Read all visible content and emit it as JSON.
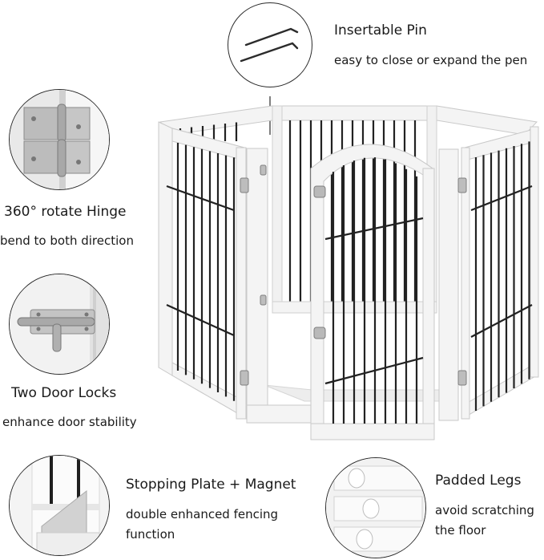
{
  "features": {
    "pin": {
      "title": "Insertable Pin",
      "subtitle": "easy to close or expand the pen"
    },
    "hinge": {
      "title": "360° rotate Hinge",
      "subtitle": "bend to both direction"
    },
    "locks": {
      "title": "Two Door Locks",
      "subtitle": "enhance door stability"
    },
    "plate": {
      "title": "Stopping Plate + Magnet",
      "subtitle_line1": "double enhanced fencing",
      "subtitle_line2": "function"
    },
    "legs": {
      "title": "Padded Legs",
      "subtitle_line1": "avoid scratching",
      "subtitle_line2": "the floor"
    }
  },
  "colors": {
    "frame": "#f4f4f4",
    "frame_edge": "#c9c9c9",
    "bars": "#222222",
    "metal": "#b9b9b9"
  }
}
